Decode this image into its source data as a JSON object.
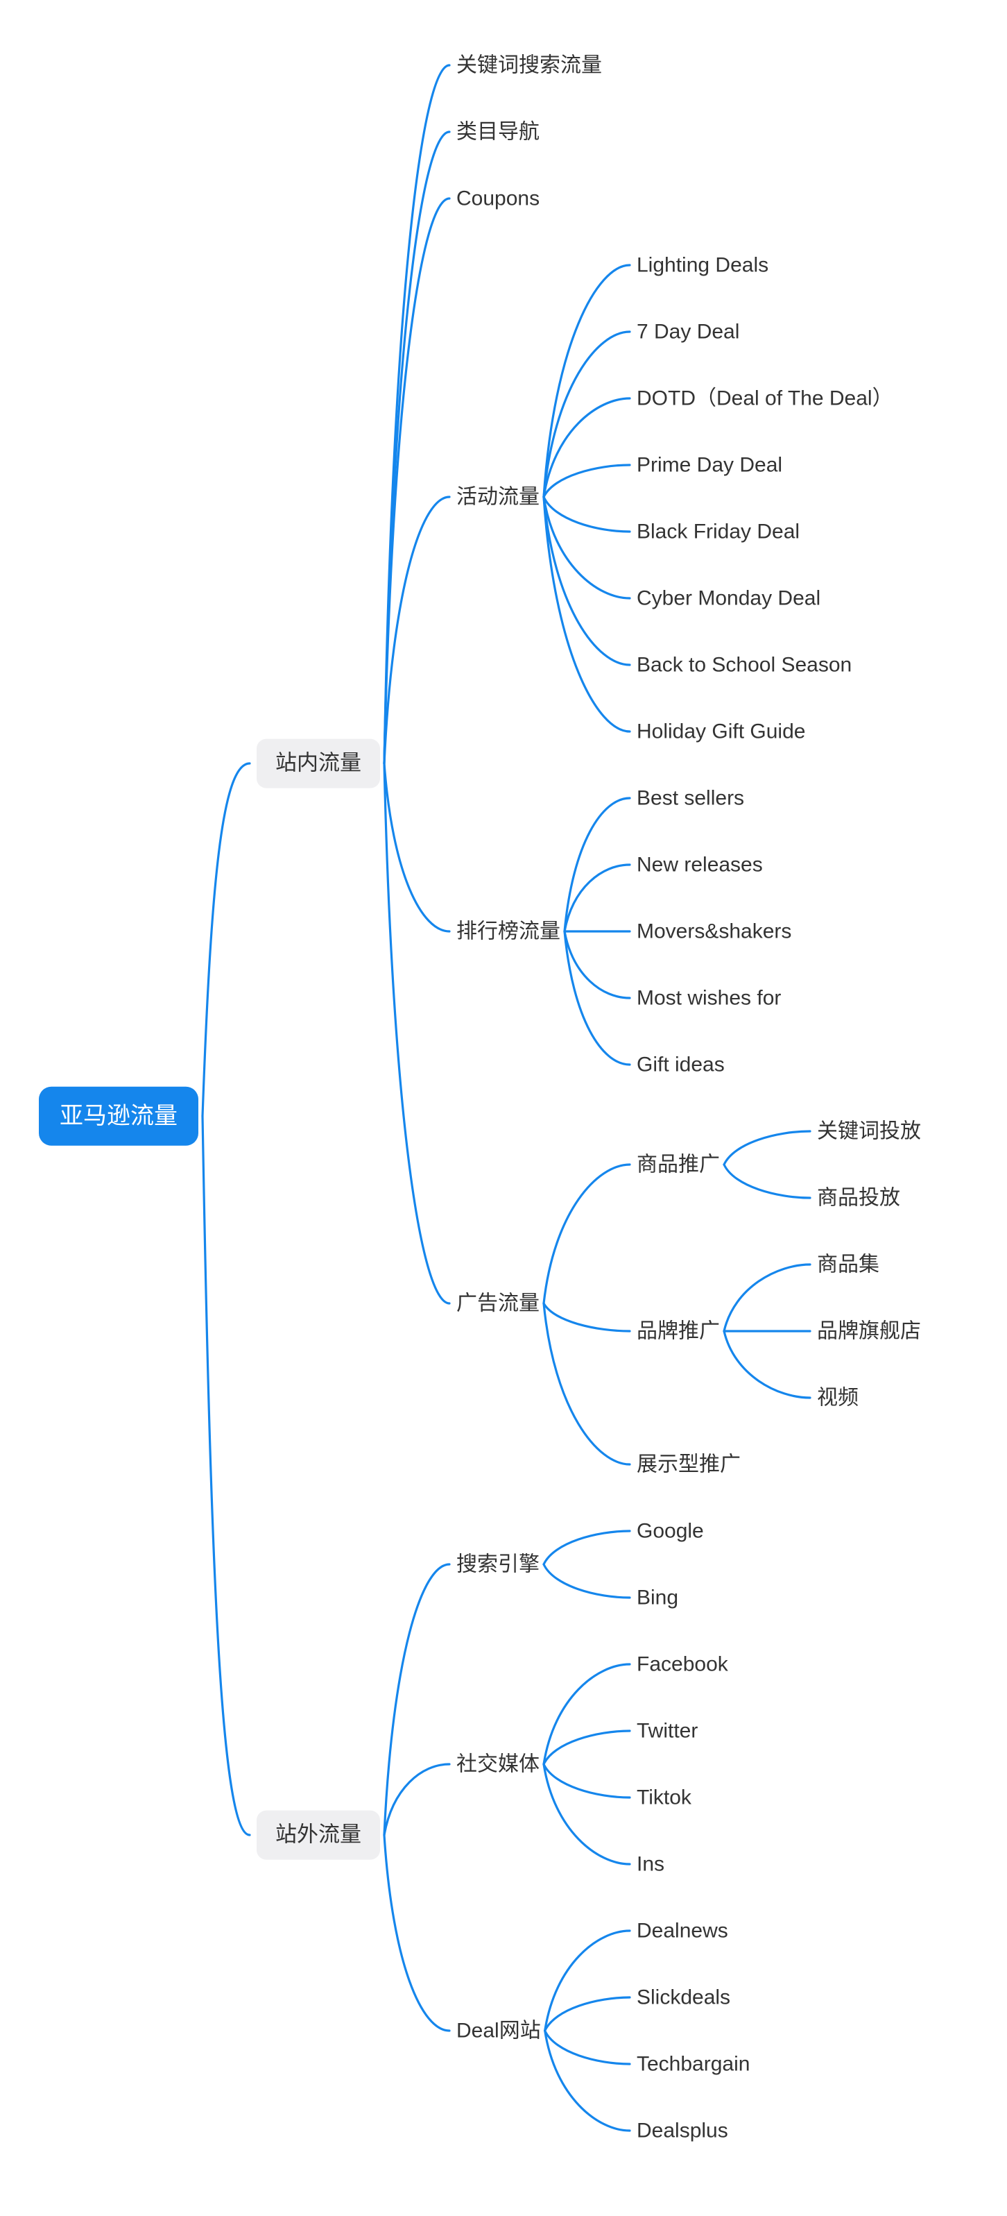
{
  "diagram": {
    "type": "mindmap",
    "topic": "Amazon traffic sources"
  },
  "colors": {
    "accent": "#1586EC",
    "root_fill": "#1586EC",
    "root_text": "#FFFFFF",
    "group_fill": "#EFEFF1",
    "text": "#333333",
    "background": "#FFFFFF"
  },
  "nodes": {
    "root": {
      "label": "亚马逊流量"
    },
    "onsite": {
      "label": "站内流量"
    },
    "offsite": {
      "label": "站外流量"
    },
    "kw_search": {
      "label": "关键词搜索流量"
    },
    "category_nav": {
      "label": "类目导航"
    },
    "coupons": {
      "label": "Coupons"
    },
    "events": {
      "label": "活动流量"
    },
    "lightning": {
      "label": "Lighting Deals"
    },
    "seven_day": {
      "label": "7 Day Deal"
    },
    "dotd": {
      "label": "DOTD（Deal of The Deal）"
    },
    "prime_day": {
      "label": "Prime Day Deal"
    },
    "black_friday": {
      "label": "Black Friday Deal"
    },
    "cyber_monday": {
      "label": "Cyber Monday Deal"
    },
    "back_to_school": {
      "label": "Back to School Season"
    },
    "holiday_gift": {
      "label": "Holiday Gift Guide"
    },
    "rankings": {
      "label": "排行榜流量"
    },
    "best_sellers": {
      "label": "Best sellers"
    },
    "new_releases": {
      "label": "New releases"
    },
    "movers_shakers": {
      "label": "Movers&shakers"
    },
    "most_wishes": {
      "label": "Most wishes for"
    },
    "gift_ideas": {
      "label": "Gift ideas"
    },
    "ads": {
      "label": "广告流量"
    },
    "sp": {
      "label": "商品推广"
    },
    "sp_keyword": {
      "label": "关键词投放"
    },
    "sp_product": {
      "label": "商品投放"
    },
    "sb": {
      "label": "品牌推广"
    },
    "sb_collection": {
      "label": "商品集"
    },
    "sb_store": {
      "label": "品牌旗舰店"
    },
    "sb_video": {
      "label": "视频"
    },
    "sd": {
      "label": "展示型推广"
    },
    "search_engine": {
      "label": "搜索引擎"
    },
    "google": {
      "label": "Google"
    },
    "bing": {
      "label": "Bing"
    },
    "social": {
      "label": "社交媒体"
    },
    "facebook": {
      "label": "Facebook"
    },
    "twitter": {
      "label": "Twitter"
    },
    "tiktok": {
      "label": "Tiktok"
    },
    "ins": {
      "label": "Ins"
    },
    "deal_sites": {
      "label": "Deal网站"
    },
    "dealnews": {
      "label": "Dealnews"
    },
    "slickdeals": {
      "label": "Slickdeals"
    },
    "techbargain": {
      "label": "Techbargain"
    },
    "dealsplus": {
      "label": "Dealsplus"
    }
  },
  "edges": [
    [
      "root",
      "onsite"
    ],
    [
      "root",
      "offsite"
    ],
    [
      "onsite",
      "kw_search"
    ],
    [
      "onsite",
      "category_nav"
    ],
    [
      "onsite",
      "coupons"
    ],
    [
      "onsite",
      "events"
    ],
    [
      "onsite",
      "rankings"
    ],
    [
      "onsite",
      "ads"
    ],
    [
      "events",
      "lightning"
    ],
    [
      "events",
      "seven_day"
    ],
    [
      "events",
      "dotd"
    ],
    [
      "events",
      "prime_day"
    ],
    [
      "events",
      "black_friday"
    ],
    [
      "events",
      "cyber_monday"
    ],
    [
      "events",
      "back_to_school"
    ],
    [
      "events",
      "holiday_gift"
    ],
    [
      "rankings",
      "best_sellers"
    ],
    [
      "rankings",
      "new_releases"
    ],
    [
      "rankings",
      "movers_shakers"
    ],
    [
      "rankings",
      "most_wishes"
    ],
    [
      "rankings",
      "gift_ideas"
    ],
    [
      "ads",
      "sp"
    ],
    [
      "ads",
      "sb"
    ],
    [
      "ads",
      "sd"
    ],
    [
      "sp",
      "sp_keyword"
    ],
    [
      "sp",
      "sp_product"
    ],
    [
      "sb",
      "sb_collection"
    ],
    [
      "sb",
      "sb_store"
    ],
    [
      "sb",
      "sb_video"
    ],
    [
      "offsite",
      "search_engine"
    ],
    [
      "offsite",
      "social"
    ],
    [
      "offsite",
      "deal_sites"
    ],
    [
      "search_engine",
      "google"
    ],
    [
      "search_engine",
      "bing"
    ],
    [
      "social",
      "facebook"
    ],
    [
      "social",
      "twitter"
    ],
    [
      "social",
      "tiktok"
    ],
    [
      "social",
      "ins"
    ],
    [
      "deal_sites",
      "dealnews"
    ],
    [
      "deal_sites",
      "slickdeals"
    ],
    [
      "deal_sites",
      "techbargain"
    ],
    [
      "deal_sites",
      "dealsplus"
    ]
  ]
}
